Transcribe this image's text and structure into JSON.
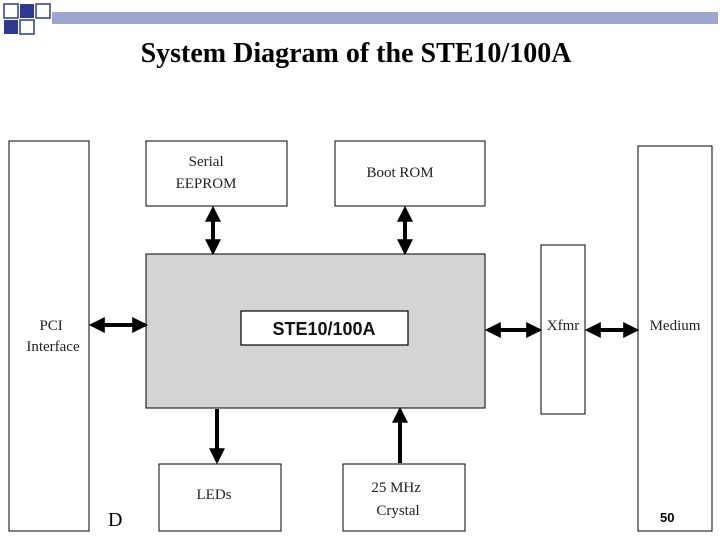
{
  "slide": {
    "title": "System Diagram of the STE10/100A",
    "footer_letter": "D",
    "page_number": "50"
  },
  "diagram": {
    "pci_interface": [
      "PCI",
      "Interface"
    ],
    "serial_eeprom": [
      "Serial",
      "EEPROM"
    ],
    "boot_rom": "Boot ROM",
    "chip": "STE10/100A",
    "xfmr": "Xfmr",
    "medium": "Medium",
    "leds": "LEDs",
    "crystal": [
      "25 MHz",
      "Crystal"
    ]
  },
  "colors": {
    "accent": "#2f3a8f",
    "chip_fill": "#d4d4d4",
    "line": "#000000"
  }
}
